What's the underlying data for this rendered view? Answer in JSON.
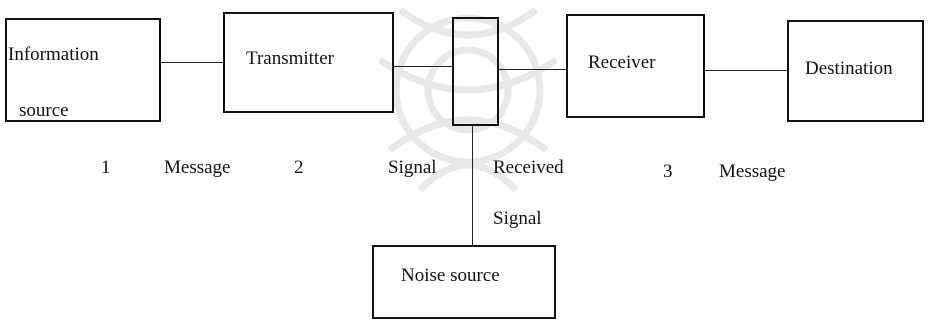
{
  "diagram": {
    "nodes": {
      "information_source_line1": "Information",
      "information_source_line2": "source",
      "transmitter": "Transmitter",
      "receiver": "Receiver",
      "destination": "Destination",
      "noise_source": "Noise source"
    },
    "labels": {
      "num1": "1",
      "message1": "Message",
      "num2": "2",
      "signal": "Signal",
      "received": "Received",
      "num3": "3",
      "message2": "Message",
      "signal2": "Signal"
    }
  }
}
